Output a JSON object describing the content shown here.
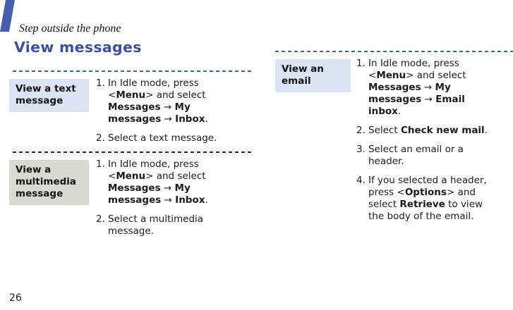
{
  "page": {
    "chapter": "Step outside the phone",
    "title": "View messages",
    "page_number": "26"
  },
  "colors": {
    "title_blue": "#3a4fa5",
    "corner_bar_blue": "#4a5cad",
    "label_blue_bg": "#dce3f3",
    "label_gray_bg": "#d9dbd3",
    "divider_blue": "#2f6ab0",
    "divider_dark": "#2a2a2a",
    "body_text": "#1c1c1c"
  },
  "sections": [
    {
      "label": "View a text message",
      "label_bg": "#dce3f3",
      "divider_color": "#2f6ab0",
      "steps": [
        [
          {
            "t": "In Idle mode, press <"
          },
          {
            "t": "Menu",
            "b": true
          },
          {
            "t": "> and select "
          },
          {
            "t": "Messages",
            "b": true
          },
          {
            "t": " → "
          },
          {
            "t": "My messages",
            "b": true
          },
          {
            "t": " → "
          },
          {
            "t": "Inbox",
            "b": true
          },
          {
            "t": "."
          }
        ],
        [
          {
            "t": "Select a text message."
          }
        ]
      ]
    },
    {
      "label": "View a multimedia message",
      "label_bg": "#d9dbd3",
      "divider_color": "#2a2a2a",
      "steps": [
        [
          {
            "t": "In Idle mode, press <"
          },
          {
            "t": "Menu",
            "b": true
          },
          {
            "t": "> and select "
          },
          {
            "t": "Messages",
            "b": true
          },
          {
            "t": " → "
          },
          {
            "t": "My messages",
            "b": true
          },
          {
            "t": " → "
          },
          {
            "t": "Inbox",
            "b": true
          },
          {
            "t": "."
          }
        ],
        [
          {
            "t": "Select a multimedia message."
          }
        ]
      ]
    },
    {
      "label": "View an email",
      "label_bg": "#dce3f3",
      "divider_color": "#2f6ab0",
      "steps": [
        [
          {
            "t": "In Idle mode, press <"
          },
          {
            "t": "Menu",
            "b": true
          },
          {
            "t": "> and select "
          },
          {
            "t": "Messages",
            "b": true
          },
          {
            "t": " → "
          },
          {
            "t": "My messages",
            "b": true
          },
          {
            "t": " → "
          },
          {
            "t": "Email inbox",
            "b": true
          },
          {
            "t": "."
          }
        ],
        [
          {
            "t": "Select "
          },
          {
            "t": "Check new mail",
            "b": true
          },
          {
            "t": "."
          }
        ],
        [
          {
            "t": "Select an email or a header."
          }
        ],
        [
          {
            "t": "If you selected a header, press <"
          },
          {
            "t": "Options",
            "b": true
          },
          {
            "t": "> and select "
          },
          {
            "t": "Retrieve",
            "b": true
          },
          {
            "t": " to view the body of the email."
          }
        ]
      ]
    }
  ]
}
